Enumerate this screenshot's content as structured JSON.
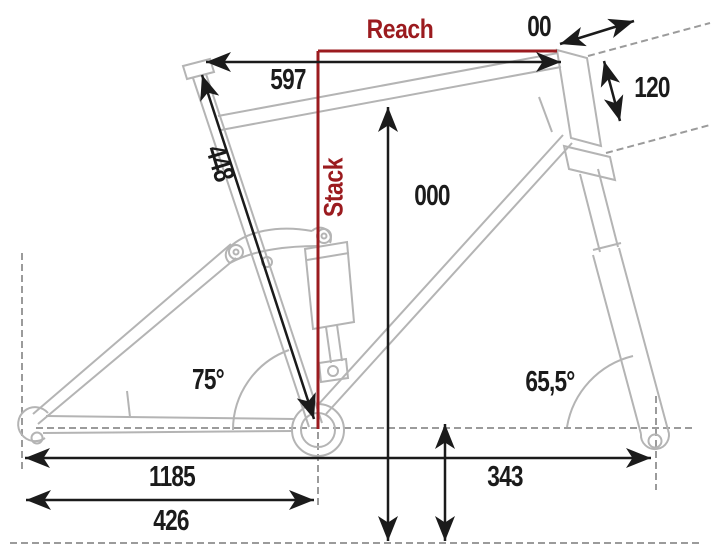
{
  "diagram": {
    "type": "bike-frame-geometry",
    "axis_labels": {
      "reach": "Reach",
      "stack": "Stack"
    },
    "measurements": {
      "horizontal_top_tube": "597",
      "fork_offset": "00",
      "head_tube_length": "120",
      "seat_tube_length": "448",
      "unfilled_vertical": "000",
      "seat_tube_angle": "75°",
      "head_tube_angle": "65,5°",
      "wheelbase": "1185",
      "bb_height": "343",
      "chainstay_length": "426"
    },
    "colors": {
      "accent_red": "#9B1B1F",
      "frame_gray": "#B4B4B4",
      "dash_gray": "#9B9B9B",
      "dimension_black": "#1B1B1B",
      "background": "#FFFFFF"
    }
  }
}
